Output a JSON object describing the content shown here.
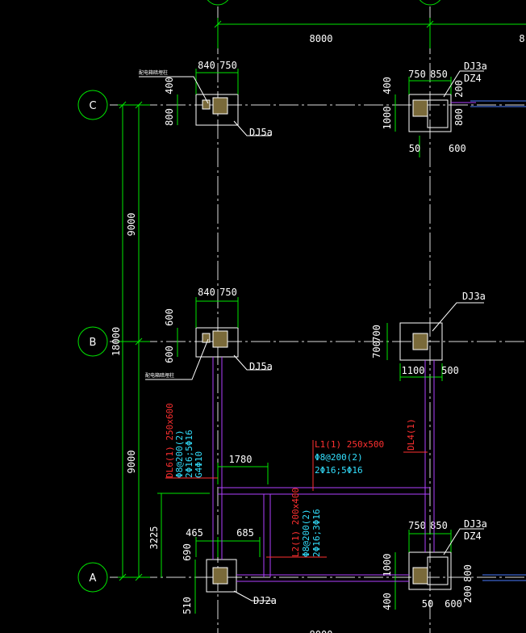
{
  "axes": {
    "A": "A",
    "B": "B",
    "C": "C"
  },
  "dims": {
    "top_span": "8000",
    "top_span_right": "8",
    "bottom_span": "8000",
    "total_vertical": "18000",
    "span_bc": "9000",
    "span_ab": "9000",
    "c_left_840": "840",
    "c_left_750": "750",
    "c_left_400": "400",
    "c_left_800": "800",
    "c_right_750": "750",
    "c_right_850": "850",
    "c_right_400": "400",
    "c_right_1000": "1000",
    "c_right_200": "200",
    "c_right_800": "800",
    "c_right_50": "50",
    "c_right_600": "600",
    "b_left_840": "840",
    "b_left_750": "750",
    "b_left_600a": "600",
    "b_left_600b": "600",
    "b_right_700a": "700",
    "b_right_700b": "700",
    "b_right_1100": "1100",
    "b_right_500": "500",
    "a_left_465": "465",
    "a_left_685": "685",
    "a_left_690": "690",
    "a_left_510": "510",
    "a_left_3225": "3225",
    "a_right_750": "750",
    "a_right_850": "850",
    "a_right_1000": "1000",
    "a_right_400": "400",
    "a_right_800": "800",
    "a_right_200": "200",
    "a_right_50": "50",
    "a_right_600": "600",
    "dim_1780": "1780"
  },
  "labels": {
    "dj5a_c": "DJ5a",
    "dj3a_c": "DJ3a",
    "dz4_c": "DZ4",
    "dj5a_b": "DJ5a",
    "dj3a_b": "DJ3a",
    "dj2a_a": "DJ2a",
    "dj3a_a": "DJ3a",
    "dz4_a": "DZ4",
    "pit_note_c": "配电箱暗埋柱",
    "pit_note_b": "配电箱暗埋柱"
  },
  "beams": {
    "dl6_title": "DL6(1) 250x600",
    "dl6_l1": "Φ8@200(2)",
    "dl6_l2": "2Φ16;5Φ16",
    "dl6_l3": "G4Φ10",
    "l1_title": "L1(1) 250x500",
    "l1_l1": "Φ8@200(2)",
    "l1_l2": "2Φ16;5Φ16",
    "l2_title": "L2(1) 200x400",
    "l2_l1": "Φ8@200(2)",
    "l2_l2": "2Φ16;3Φ16",
    "dl4_title": "DL4(1)"
  },
  "colors": {
    "background": "#000000",
    "dimension": "#00e600",
    "outline": "#ffffff",
    "beam": "#b040ff",
    "beam_label": "#ff3030",
    "rebar_label": "#33e0ff"
  }
}
